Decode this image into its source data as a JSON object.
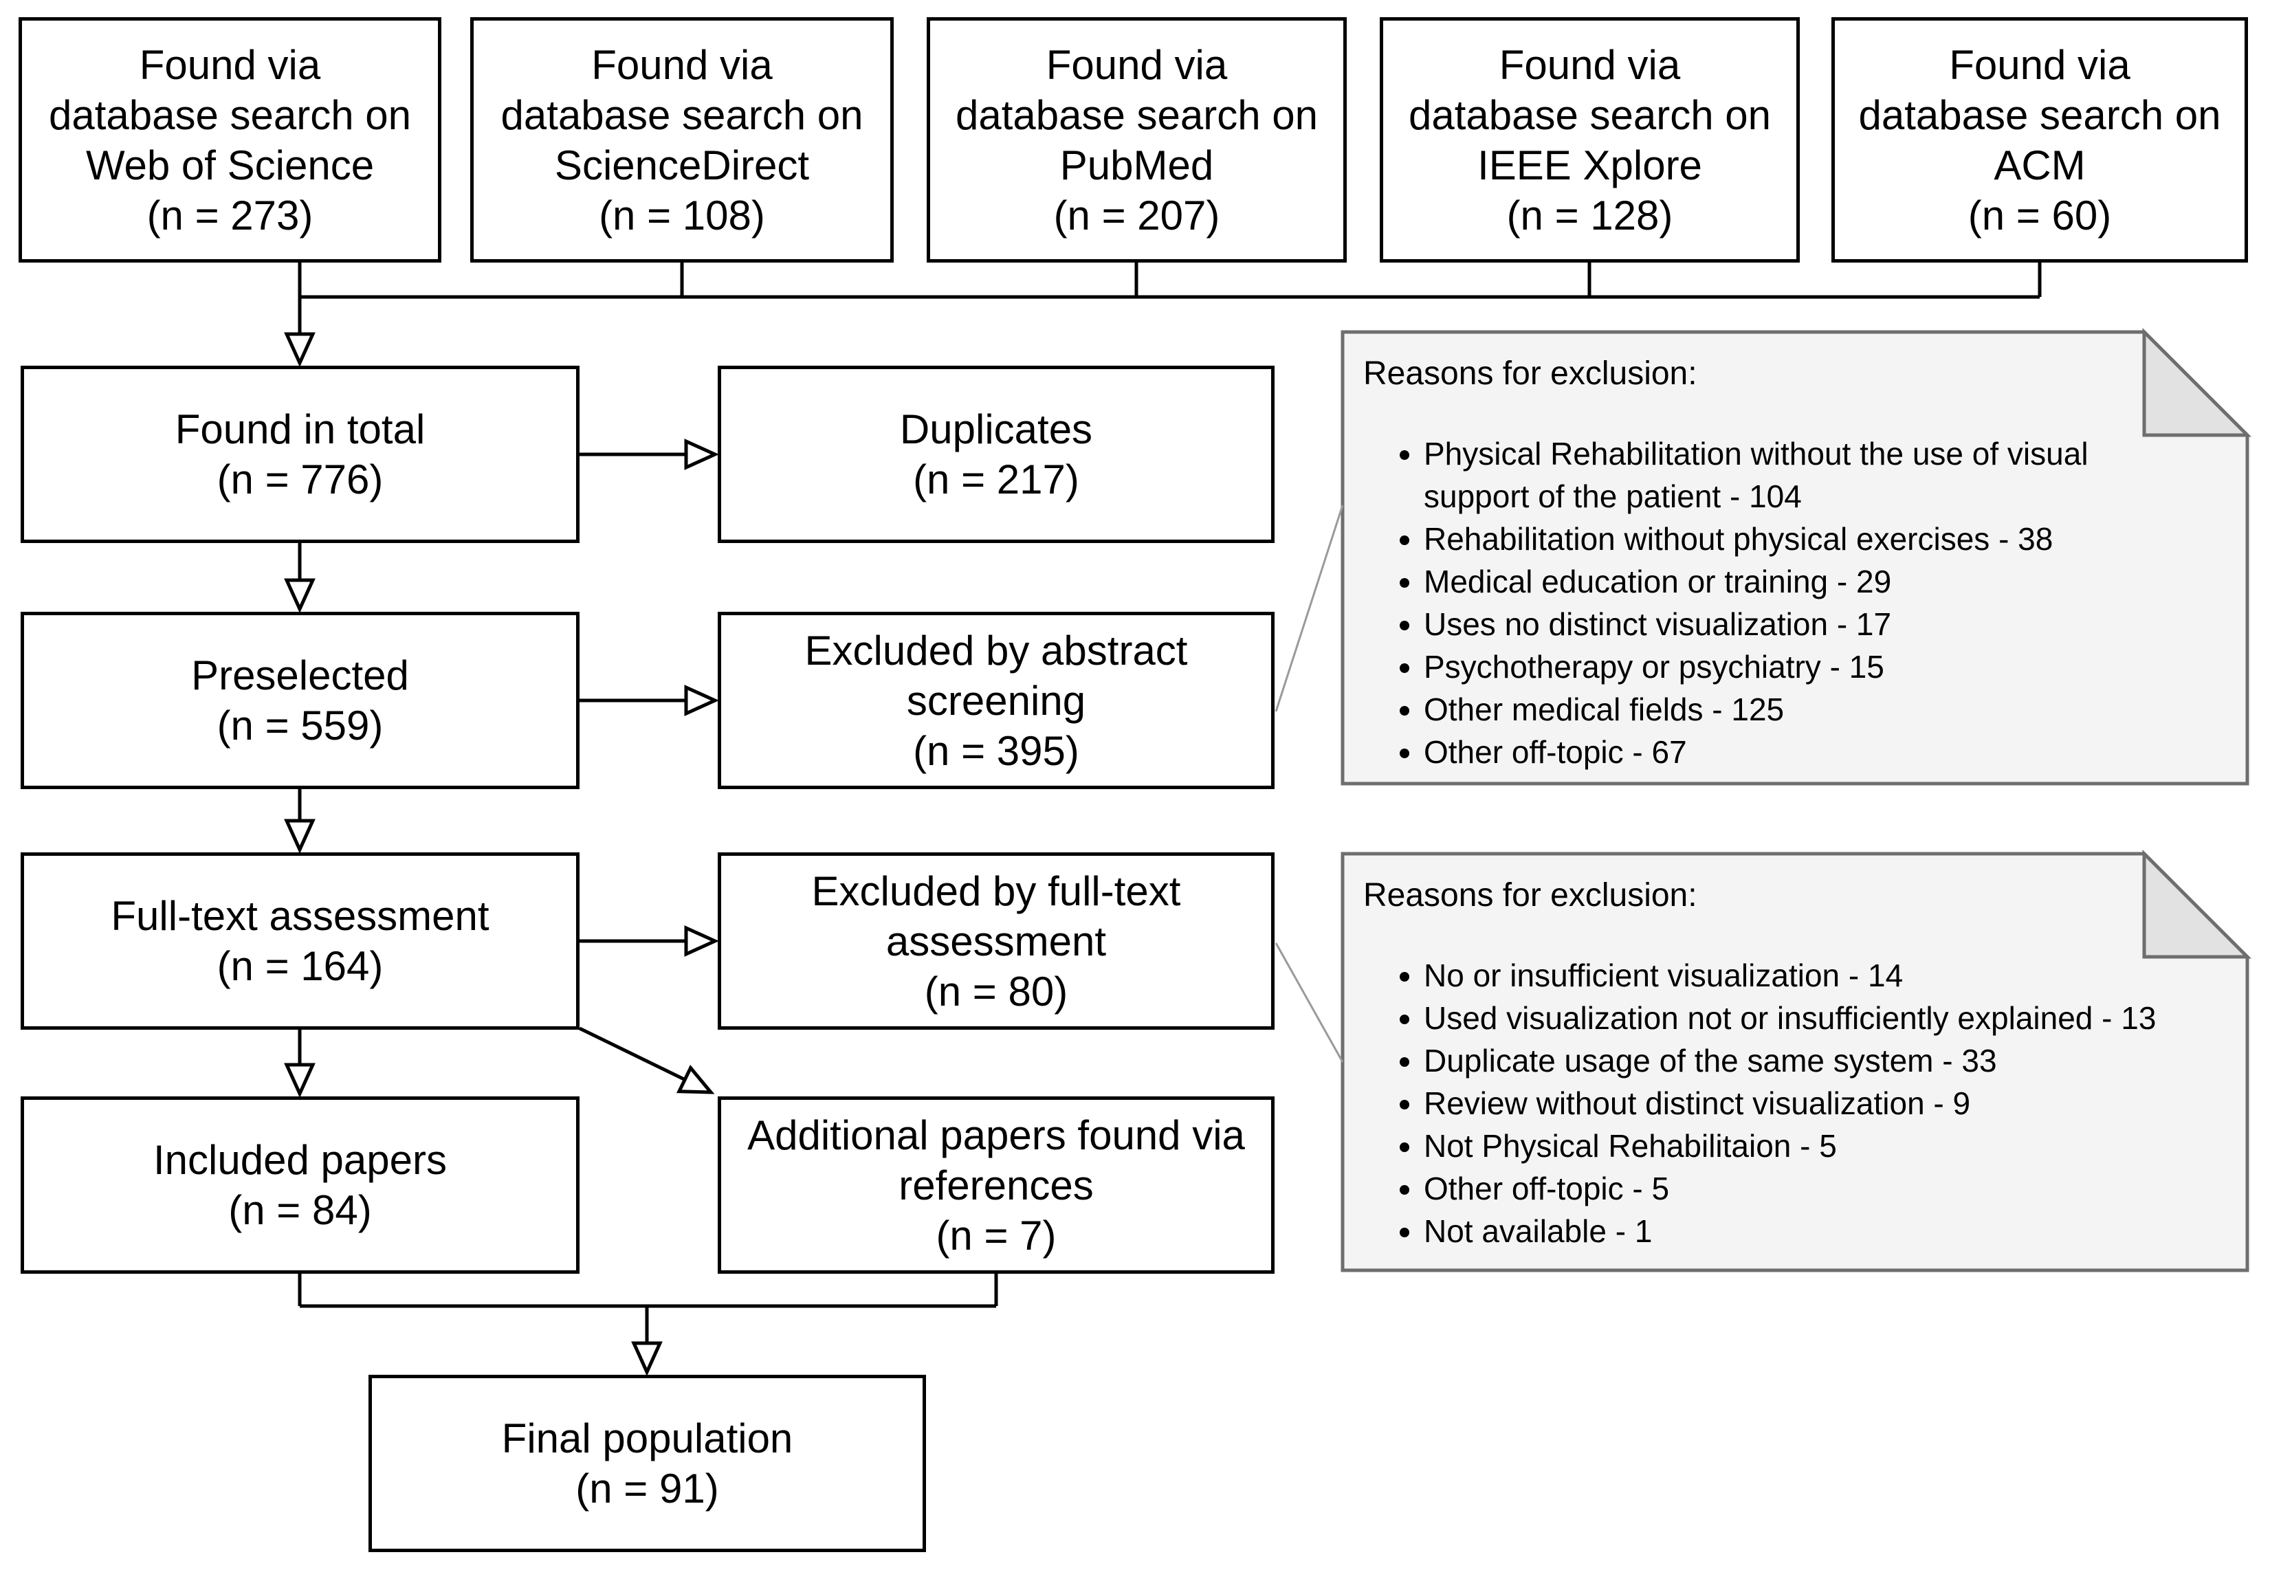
{
  "flow": {
    "sources": [
      {
        "lines": [
          "Found via",
          "database search on",
          "Web of Science",
          "(n = 273)"
        ]
      },
      {
        "lines": [
          "Found via",
          "database search on",
          "ScienceDirect",
          "(n = 108)"
        ]
      },
      {
        "lines": [
          "Found via",
          "database search on",
          "PubMed",
          "(n = 207)"
        ]
      },
      {
        "lines": [
          "Found via",
          "database search on",
          "IEEE Xplore",
          "(n = 128)"
        ]
      },
      {
        "lines": [
          "Found via",
          "database search on",
          "ACM",
          "(n = 60)"
        ]
      }
    ],
    "stages": {
      "found_in_total": {
        "lines": [
          "Found in total",
          "(n = 776)"
        ]
      },
      "duplicates": {
        "lines": [
          "Duplicates",
          "(n = 217)"
        ]
      },
      "preselected": {
        "lines": [
          "Preselected",
          "(n = 559)"
        ]
      },
      "excluded_abstract": {
        "lines": [
          "Excluded by abstract",
          "screening",
          "(n = 395)"
        ]
      },
      "full_text": {
        "lines": [
          "Full-text assessment",
          "(n = 164)"
        ]
      },
      "excluded_full_text": {
        "lines": [
          "Excluded by full-text",
          "assessment",
          "(n = 80)"
        ]
      },
      "included": {
        "lines": [
          "Included papers",
          "(n = 84)"
        ]
      },
      "additional": {
        "lines": [
          "Additional papers found via",
          "references",
          "(n = 7)"
        ]
      },
      "final": {
        "lines": [
          "Final population",
          "(n = 91)"
        ]
      }
    },
    "notes": [
      {
        "title": "Reasons for exclusion:",
        "bullets": [
          "Physical Rehabilitation without the use of visual\nsupport of the patient - 104",
          "Rehabilitation without physical exercises - 38",
          "Medical education or training - 29",
          "Uses no distinct visualization - 17",
          "Psychotherapy or psychiatry - 15",
          "Other medical fields - 125",
          "Other off-topic - 67"
        ]
      },
      {
        "title": "Reasons for exclusion:",
        "bullets": [
          "No or insufficient visualization - 14",
          "Used visualization not or insufficiently explained - 13",
          "Duplicate usage of the same system - 33",
          "Review without distinct visualization - 9",
          "Not Physical Rehabilitaion - 5",
          "Other off-topic - 5",
          "Not available - 1"
        ]
      }
    ],
    "colors": {
      "box_border": "#000000",
      "box_fill": "#ffffff",
      "text": "#000000",
      "note_fill": "#f4f4f4",
      "note_fold_fill": "#e2e2e2",
      "note_border": "#6e6e6e",
      "anchor_line": "#9a9a9a"
    }
  }
}
